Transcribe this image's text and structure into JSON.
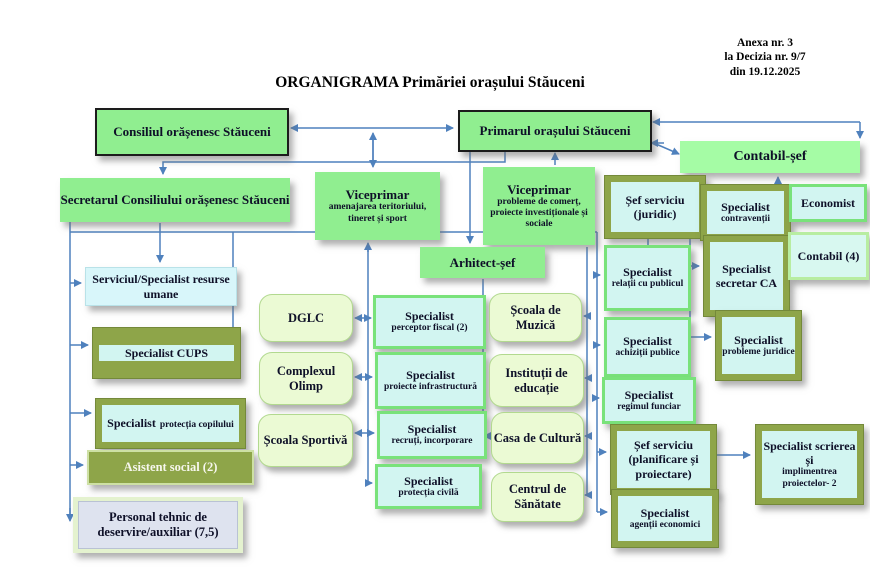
{
  "annotation": {
    "lines": [
      "Anexa nr. 3",
      "la Decizia  nr. 9/7",
      "din 19.12.2025"
    ]
  },
  "title": {
    "main": "ORGANIGRAMA",
    "rest": "Primăriei orașului Stăuceni"
  },
  "colors": {
    "box_green": "#90ee90",
    "box_mint": "#a5fca5",
    "box_olive": "#8ea549",
    "box_cyan": "#d2f5f1",
    "box_pale_green": "#ebfad4",
    "box_lavender": "#dee3ef",
    "connector_blue": "#4f81bd"
  },
  "nodes": {
    "consiliul": {
      "label": "Consiliul orășenesc Stăuceni"
    },
    "primarul": {
      "label": "Primarul orașului Stăuceni"
    },
    "contabil_sef": {
      "label": "Contabil-șef"
    },
    "secretarul": {
      "label": "Secretarul Consiliului orășenesc Stăuceni"
    },
    "viceprimar1": {
      "title": "Viceprimar",
      "sub": "amenajarea teritoriului, tineret și sport"
    },
    "viceprimar2": {
      "title": "Viceprimar",
      "sub": "probleme de comerț, proiecte investiționale și sociale"
    },
    "sef_juridic": {
      "label": "Șef serviciu (juridic)"
    },
    "spec_contraventii": {
      "title": "Specialist",
      "sub": "contravenții"
    },
    "economist": {
      "label": "Economist"
    },
    "spec_secretar_ca": {
      "title": "Specialist",
      "sub": "secretar CA"
    },
    "contabil4": {
      "label": "Contabil (4)"
    },
    "arhitect": {
      "label": "Arhitect-șef"
    },
    "spec_relatii": {
      "title": "Specialist",
      "sub": "relații cu publicul"
    },
    "spec_probleme_juridice": {
      "title": "Specialist",
      "sub": "probleme juridice"
    },
    "resurse_umane": {
      "label": "Serviciul/Specialist resurse umane"
    },
    "spec_cups": {
      "label": "Specialist CUPS"
    },
    "spec_protectia_copilului": {
      "title": "Specialist",
      "sub": "protecția copilului"
    },
    "asistent_social": {
      "label": "Asistent social (2)"
    },
    "personal_tehnic": {
      "label": "Personal tehnic de deservire/auxiliar (7,5)"
    },
    "dglc": {
      "label": "DGLC"
    },
    "complexul_olimp": {
      "label": "Complexul Olimp"
    },
    "scoala_sportiva": {
      "label": "Școala Sportivă"
    },
    "spec_perceptor": {
      "title": "Specialist",
      "sub": "perceptor fiscal (2)"
    },
    "spec_proiecte_infra": {
      "title": "Specialist",
      "sub": "proiecte infrastructură"
    },
    "spec_recruti": {
      "title": "Specialist",
      "sub": "recruți, incorporare"
    },
    "spec_protectia_civila": {
      "title": "Specialist",
      "sub": "protecția civilă"
    },
    "scoala_muzica": {
      "label": "Școala de Muzică"
    },
    "institutii_educatie": {
      "label": "Instituții de educație"
    },
    "casa_cultura": {
      "label": "Casa de Cultură"
    },
    "centrul_sanatate": {
      "label": "Centrul de Sănătate"
    },
    "spec_achizitii": {
      "title": "Specialist",
      "sub": "achiziții publice"
    },
    "spec_regimul_funciar": {
      "title": "Specialist",
      "sub": "regimul funciar"
    },
    "sef_planificare": {
      "label": "Șef serviciu (planificare și proiectare)"
    },
    "spec_scrierea": {
      "title": "Specialist scrierea și",
      "sub": "implimentrea proiectelor- 2"
    },
    "spec_agentii": {
      "title": "Specialist",
      "sub": "agenții economici"
    }
  }
}
